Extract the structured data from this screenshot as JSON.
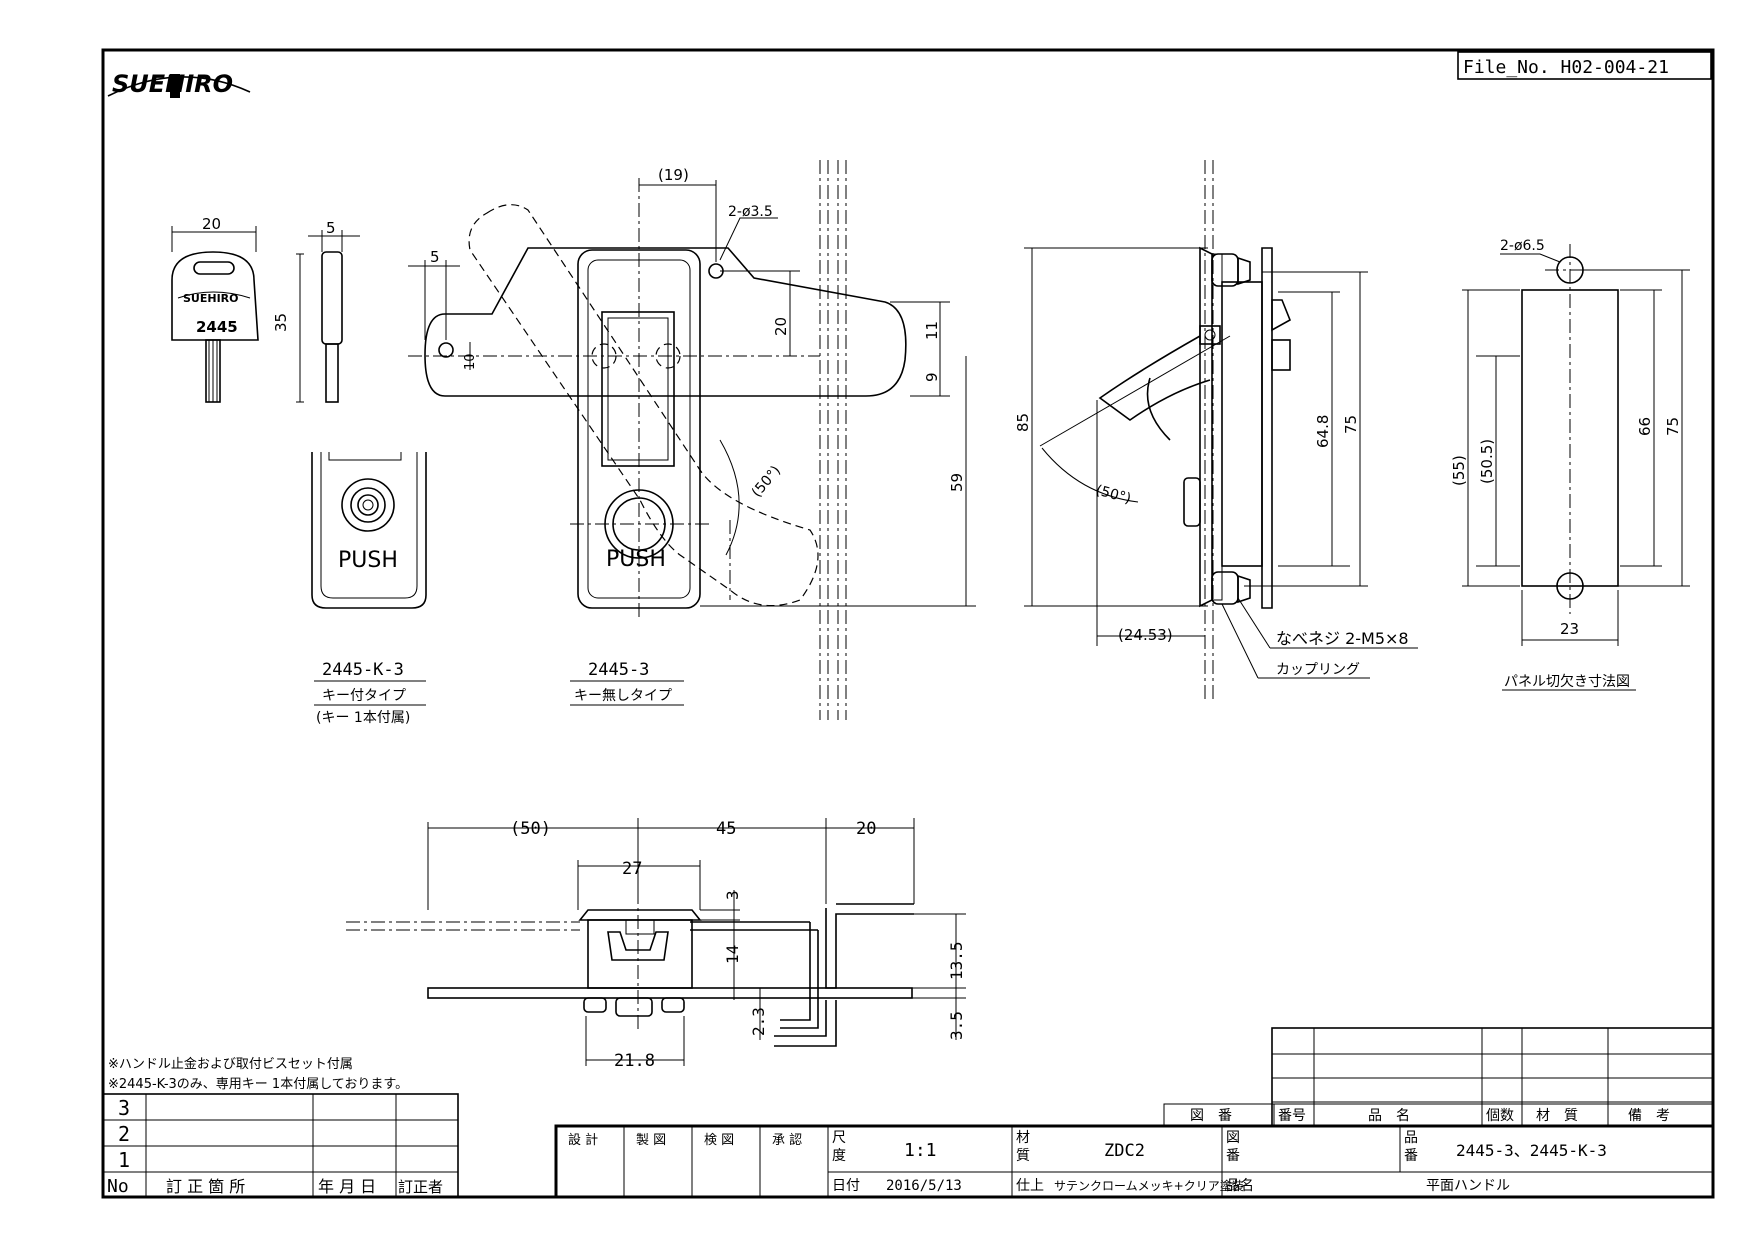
{
  "header": {
    "brand": "SUEHIRO",
    "file_no": "File_No.  H02-004-21"
  },
  "key": {
    "number": "2445"
  },
  "labels": {
    "push": "PUSH",
    "model_k": "2445-K-3",
    "model_k_type": "キー付タイプ",
    "model_k_note": "(キー 1本付属)",
    "model": "2445-3",
    "model_type": "キー無しタイプ",
    "screw": "なべネジ 2-M5×8",
    "coupling": "カップリング",
    "panel_cut": "パネル切欠き寸法図"
  },
  "dims": {
    "key_w": "20",
    "key_t": "5",
    "key_h": "35",
    "d19": "(19)",
    "hole35": "2-ø3.5",
    "d5": "5",
    "d20": "20",
    "d11": "11",
    "d9": "9",
    "d10": "10",
    "d59": "59",
    "ang1": "(50°)",
    "d85": "85",
    "ang2": "(50°)",
    "d648": "64.8",
    "d75a": "75",
    "d2453": "(24.53)",
    "hole65": "2-ø6.5",
    "d55": "(55)",
    "d505": "(50.5)",
    "d66": "66",
    "d75b": "75",
    "d23": "23",
    "b50": "(50)",
    "b45": "45",
    "b20": "20",
    "b27": "27",
    "b3": "3",
    "b14": "14",
    "b135": "13.5",
    "b23": "2.3",
    "b35": "3.5",
    "b218": "21.8"
  },
  "notes": [
    "※ハンドル止金および取付ビスセット付属",
    "※2445-K-3のみ、専用キー 1本付属しております。"
  ],
  "revision": {
    "rows": [
      "3",
      "2",
      "1"
    ],
    "headers": [
      "No",
      "訂 正 箇 所",
      "年 月 日",
      "訂正者"
    ]
  },
  "titleblock": {
    "upper_headers": [
      "図　番",
      "番号",
      "品　名",
      "個数",
      "材　質",
      "備　考"
    ],
    "roles": [
      "設 計",
      "製 図",
      "検 図",
      "承 認"
    ],
    "scale_label": "尺\n度",
    "scale_label_1": "尺",
    "scale_label_2": "度",
    "scale": "1:1",
    "material_label_1": "材",
    "material_label_2": "質",
    "material": "ZDC2",
    "drawing_no_label_1": "図",
    "drawing_no_label_2": "番",
    "part_no_label_1": "品",
    "part_no_label_2": "番",
    "part_no": "2445-3、2445-K-3",
    "date_label": "日付",
    "date": "2016/5/13",
    "finish_label": "仕上",
    "finish": "サテンクロームメッキ+クリア塗装",
    "name_label": "品名",
    "name": "平面ハンドル"
  }
}
